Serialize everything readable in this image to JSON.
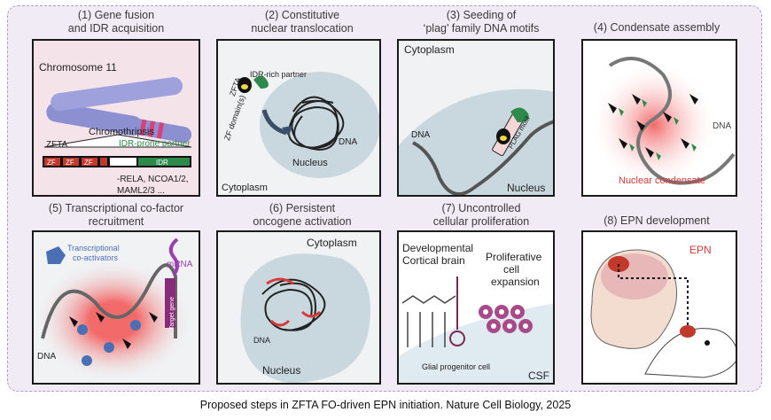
{
  "caption": "Proposed steps in ZFTA FO-driven EPN initiation. Nature Cell Biology, 2025",
  "panels": [
    {
      "title_l1": "(1) Gene fusion",
      "title_l2": "and IDR acquisition",
      "labels": {
        "chromosome": "Chromosome 11",
        "chromothripsis": "Chromothripsis",
        "zfta": "ZFTA",
        "idr_partner": "IDR-prone partner",
        "zf": "ZF",
        "idr": "IDR",
        "partners_l1": "-RELA, NCOA1/2,",
        "partners_l2": "MAML2/3 ..."
      }
    },
    {
      "title_l1": "(2) Constitutive",
      "title_l2": "nuclear translocation",
      "labels": {
        "idr_rich": "IDR-rich partner",
        "zfta": "ZFTA",
        "zf_domains": "ZF domain(s)",
        "dna": "DNA",
        "nucleus": "Nucleus",
        "cytoplasm": "Cytoplasm"
      }
    },
    {
      "title_l1": "(3) Seeding of",
      "title_l2": "‘plag’ family DNA motifs",
      "labels": {
        "cytoplasm": "Cytoplasm",
        "dna": "DNA",
        "motif": "PLAG motif",
        "nucleus": "Nucleus"
      }
    },
    {
      "title_l1": "(4) Condensate assembly",
      "title_l2": "",
      "labels": {
        "dna": "DNA",
        "condensate": "Nuclear condensate"
      }
    },
    {
      "title_l1": "(5) Transcriptional co-factor",
      "title_l2": "recruitment",
      "labels": {
        "coact_l1": "Transcriptional",
        "coact_l2": "co-activators",
        "mrna": "mRNA",
        "dna": "DNA",
        "target": "Target gene"
      }
    },
    {
      "title_l1": "(6) Persistent",
      "title_l2": "oncogene activation",
      "labels": {
        "cytoplasm": "Cytoplasm",
        "dna": "DNA",
        "nucleus": "Nucleus"
      }
    },
    {
      "title_l1": "(7) Uncontrolled",
      "title_l2": "cellular proliferation",
      "labels": {
        "dev_l1": "Developmental",
        "dev_l2": "Cortical brain",
        "prolif_l1": "Proliferative",
        "prolif_l2": "cell",
        "prolif_l3": "expansion",
        "glial": "Glial progenitor cell",
        "csf": "CSF"
      }
    },
    {
      "title_l1": "(8) EPN development",
      "title_l2": "",
      "labels": {
        "epn": "EPN"
      }
    }
  ],
  "colors": {
    "frame_bg": "#f1ebf6",
    "frame_border": "#b49cc6",
    "condensate": "#f26a6a",
    "nucleus": "#c9d8de",
    "zf_green": "#2e8a4a",
    "coactivator": "#4a6fb5",
    "mrna": "#9b3fb0",
    "chromosome": "#8c8fd0",
    "epn_text": "#d63a3a",
    "dna_gray": "#666666"
  },
  "icons": [
    "chromosome-icon",
    "protein-icon",
    "dna-strand-icon",
    "condensate-icon",
    "coactivator-icon",
    "nucleus-icon",
    "neuron-icon",
    "proliferating-cell-icon",
    "child-head-icon",
    "mouse-icon"
  ]
}
